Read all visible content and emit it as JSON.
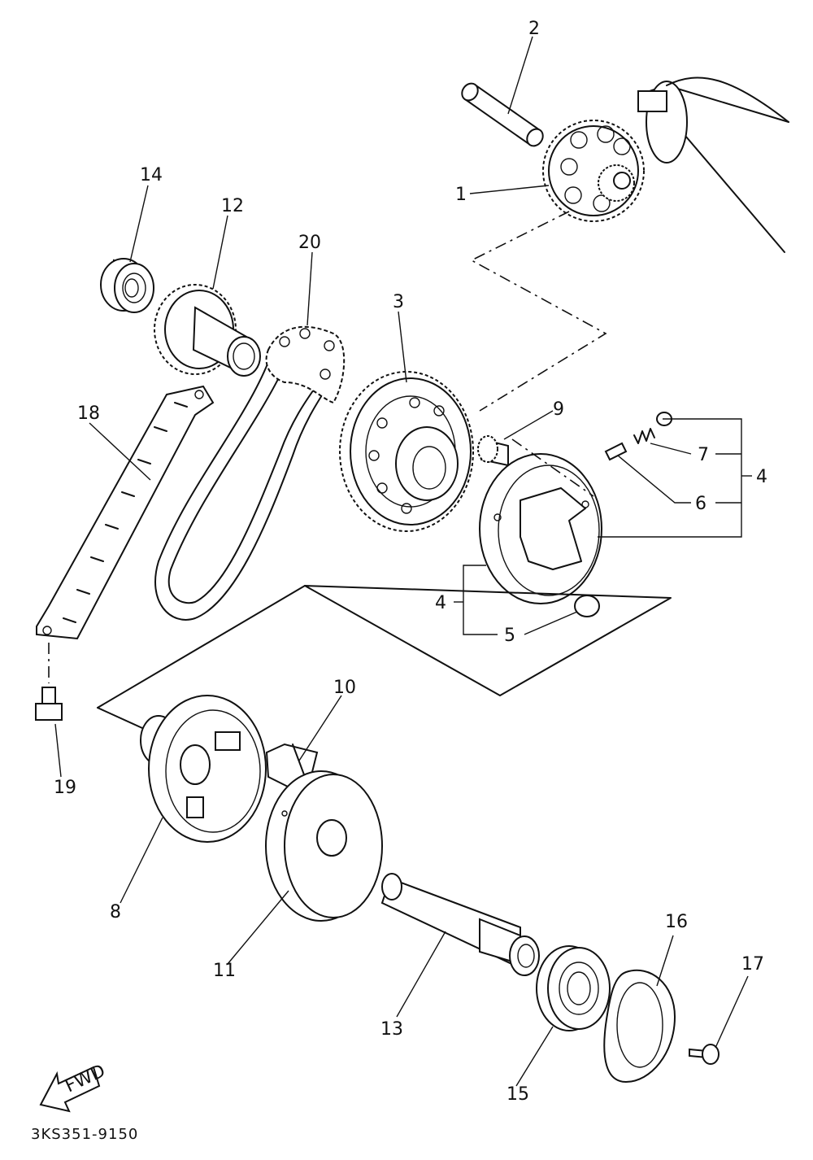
{
  "parts": [
    {
      "key": "p1",
      "label": "1"
    },
    {
      "key": "p2",
      "label": "2"
    },
    {
      "key": "p3",
      "label": "3"
    },
    {
      "key": "p4a",
      "label": "4"
    },
    {
      "key": "p4b",
      "label": "4"
    },
    {
      "key": "p5",
      "label": "5"
    },
    {
      "key": "p6",
      "label": "6"
    },
    {
      "key": "p7",
      "label": "7"
    },
    {
      "key": "p8",
      "label": "8"
    },
    {
      "key": "p9",
      "label": "9"
    },
    {
      "key": "p10",
      "label": "10"
    },
    {
      "key": "p11",
      "label": "11"
    },
    {
      "key": "p12",
      "label": "12"
    },
    {
      "key": "p13",
      "label": "13"
    },
    {
      "key": "p14",
      "label": "14"
    },
    {
      "key": "p15",
      "label": "15"
    },
    {
      "key": "p16",
      "label": "16"
    },
    {
      "key": "p17",
      "label": "17"
    },
    {
      "key": "p18",
      "label": "18"
    },
    {
      "key": "p19",
      "label": "19"
    },
    {
      "key": "p20",
      "label": "20"
    }
  ],
  "fwd_label": "FWD",
  "diagram_code": "3KS351-9150"
}
